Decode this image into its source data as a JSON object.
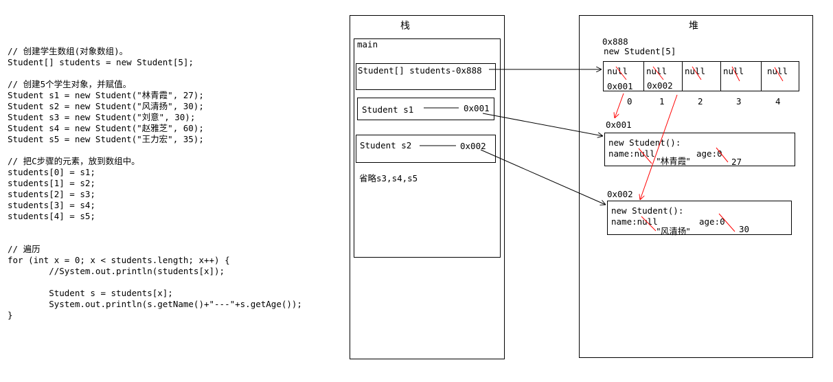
{
  "code": {
    "lines": [
      "// 创建学生数组(对象数组)。",
      "Student[] students = new Student[5];",
      "",
      "// 创建5个学生对象，并赋值。",
      "Student s1 = new Student(\"林青霞\", 27);",
      "Student s2 = new Student(\"风清扬\", 30);",
      "Student s3 = new Student(\"刘意\", 30);",
      "Student s4 = new Student(\"赵雅芝\", 60);",
      "Student s5 = new Student(\"王力宏\", 35);",
      "",
      "// 把C步骤的元素，放到数组中。",
      "students[0] = s1;",
      "students[1] = s2;",
      "students[2] = s3;",
      "students[3] = s4;",
      "students[4] = s5;",
      "",
      "",
      "// 遍历",
      "for (int x = 0; x < students.length; x++) {",
      "        //System.out.println(students[x]);",
      "",
      "        Student s = students[x];",
      "        System.out.println(s.getName()+\"---\"+s.getAge());",
      "}"
    ]
  },
  "stack": {
    "title": "栈",
    "frame_label": "main",
    "students_ref": "Student[] students-0x888",
    "s1_label": "Student s1",
    "s1_addr": "0x001",
    "s2_label": "Student s2",
    "s2_addr": "0x002",
    "omitted": "省略s3,s4,s5"
  },
  "heap": {
    "title": "堆",
    "array_addr": "0x888",
    "array_new": "new Student[5]",
    "cells": [
      "null",
      "null",
      "null",
      "null",
      "null"
    ],
    "cell_refs": [
      "0x001",
      "0x002"
    ],
    "indices": [
      "0",
      "1",
      "2",
      "3",
      "4"
    ],
    "obj1": {
      "addr": "0x001",
      "new": "new Student():",
      "name_field": "name:null",
      "age_field": "age:0",
      "name_value": "\"林青霞\"",
      "age_value": "27"
    },
    "obj2": {
      "addr": "0x002",
      "new": "new Student():",
      "name_field": "name:null",
      "age_field": "age:0",
      "name_value": "\"风清扬\"",
      "age_value": "30"
    }
  },
  "colors": {
    "correction": "#ff0000",
    "line": "#000000"
  }
}
